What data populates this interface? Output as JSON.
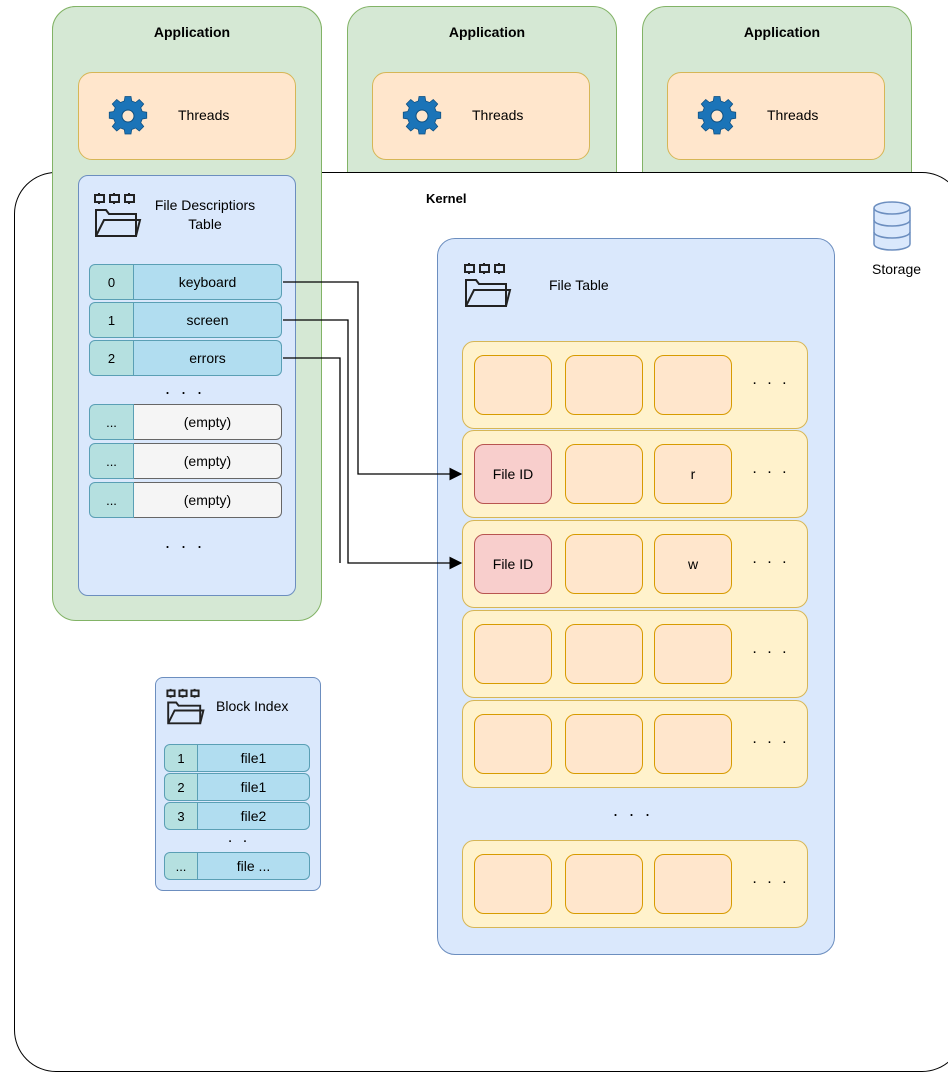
{
  "applications": [
    {
      "title": "Application",
      "threads_label": "Threads"
    },
    {
      "title": "Application",
      "threads_label": "Threads"
    },
    {
      "title": "Application",
      "threads_label": "Threads"
    }
  ],
  "kernel": {
    "label": "Kernel"
  },
  "storage": {
    "label": "Storage"
  },
  "fd_table": {
    "title_line1": "File Descriptiors",
    "title_line2": "Table",
    "rows": [
      {
        "num": "0",
        "name": "keyboard"
      },
      {
        "num": "1",
        "name": "screen"
      },
      {
        "num": "2",
        "name": "errors"
      }
    ],
    "ellipsis": ". . .",
    "empty_rows": [
      {
        "num": "...",
        "name": "(empty)"
      },
      {
        "num": "...",
        "name": "(empty)"
      },
      {
        "num": "...",
        "name": "(empty)"
      }
    ],
    "bottom_ellipsis": ". . ."
  },
  "file_table": {
    "title": "File Table",
    "rows": [
      {
        "c1": "",
        "c2": "",
        "c3": "",
        "more": ". . ."
      },
      {
        "c1": "File ID",
        "c2": "",
        "c3": "r",
        "more": ". . ."
      },
      {
        "c1": "File ID",
        "c2": "",
        "c3": "w",
        "more": ". . ."
      },
      {
        "c1": "",
        "c2": "",
        "c3": "",
        "more": ". . ."
      },
      {
        "c1": "",
        "c2": "",
        "c3": "",
        "more": ". . ."
      },
      {
        "c1": "",
        "c2": "",
        "c3": "",
        "more": ". . ."
      }
    ],
    "row_ellipsis": ". . ."
  },
  "block_index": {
    "title": "Block Index",
    "rows": [
      {
        "num": "1",
        "name": "file1"
      },
      {
        "num": "2",
        "name": "file1"
      },
      {
        "num": "3",
        "name": "file2"
      }
    ],
    "ellipsis": ". .",
    "last_row": {
      "num": "...",
      "name": "file ..."
    }
  },
  "colors": {
    "app_fill": "#d5e8d4",
    "threads_fill": "#ffe6cc",
    "table_fill": "#dae8fc",
    "row_fill": "#fff2cc",
    "file_id_fill": "#f8cecc",
    "gear": "#1b74b8"
  },
  "icons": [
    "gear-icon",
    "folder-chip-icon",
    "database-icon",
    "arrow-icon"
  ]
}
